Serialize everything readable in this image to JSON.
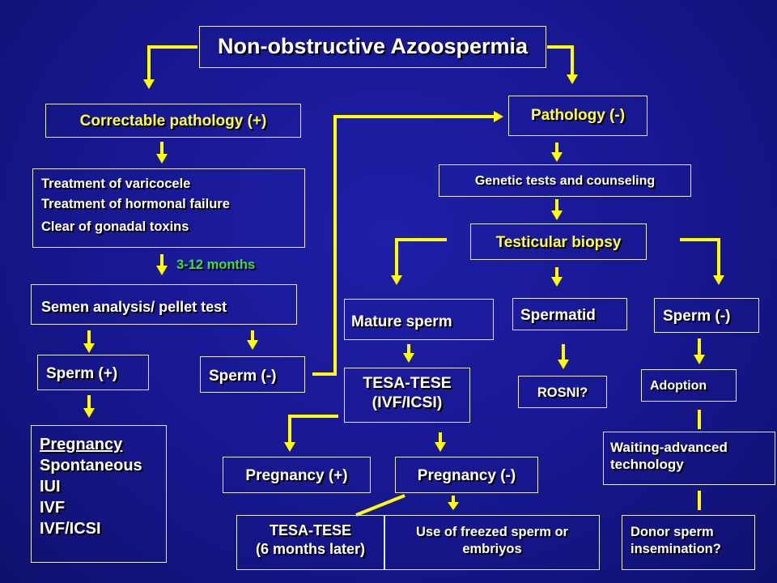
{
  "title": "Non-obstructive Azoospermia",
  "left": {
    "correctable": "Correctable pathology (+)",
    "treatments": [
      "Treatment of varicocele",
      "Treatment of hormonal failure",
      "Clear of gonadal toxins"
    ],
    "duration": "3-12 months",
    "semen_analysis": "Semen analysis/ pellet test",
    "sperm_pos": "Sperm (+)",
    "sperm_neg": "Sperm (-)",
    "pregnancy_heading": "Pregnancy",
    "pregnancy_options": [
      "Spontaneous",
      "IUI",
      "IVF",
      "IVF/ICSI"
    ]
  },
  "right": {
    "pathology_neg": "Pathology (-)",
    "genetic": "Genetic tests and counseling",
    "biopsy": "Testicular biopsy",
    "mature_sperm": "Mature sperm",
    "spermatid": "Spermatid",
    "sperm_neg": "Sperm (-)",
    "tesa_line1": "TESA-TESE",
    "tesa_line2": "(IVF/ICSI)",
    "rosni": "ROSNI?",
    "adoption": "Adoption",
    "waiting_line1": "Waiting-advanced",
    "waiting_line2": "technology",
    "preg_pos": "Pregnancy (+)",
    "preg_neg": "Pregnancy (-)",
    "tesa_later_line1": "TESA-TESE",
    "tesa_later_line2": "(6 months later)",
    "freezed_line1": "Use of freezed sperm or",
    "freezed_line2": "embriyos",
    "donor_line1": "Donor sperm",
    "donor_line2": "insemination?"
  },
  "colors": {
    "background": "#17178f",
    "text_primary": "#ffffff",
    "text_highlight": "#ffff3a",
    "text_duration": "#33e14a",
    "connector": "#ffff00"
  }
}
